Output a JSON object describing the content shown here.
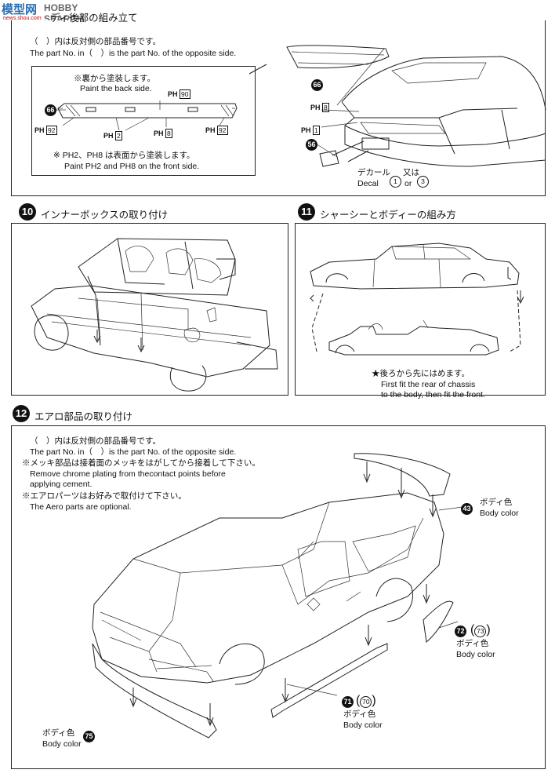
{
  "watermark": {
    "brand": "HOBBY SEARCH",
    "logo_text": "模型网",
    "site": "news.shou.com"
  },
  "step9": {
    "title": "ディ後部の組み立て",
    "note_jp": "（　）内は反対側の部品番号です。",
    "note_en": "The part No. in（　）is the part No. of the opposite side.",
    "inset_note_jp": "※裏から塗装します。",
    "inset_note_en": "Paint the back side.",
    "inset_bottom_jp": "※ PH2、PH8 は表面から塗装します。",
    "inset_bottom_en": "Paint PH2 and PH8 on the front side.",
    "part_66": "66",
    "part_56": "56",
    "ph_90": "90",
    "ph_92": "92",
    "ph_2": "2",
    "ph_8": "8",
    "ph_1": "1",
    "decal_jp": "デカール",
    "decal_en": "Decal",
    "decal_n1": "1",
    "decal_or_jp": "又は",
    "decal_or_en": "or",
    "decal_n3": "3"
  },
  "step10": {
    "number": "10",
    "title": "インナーボックスの取り付け"
  },
  "step11": {
    "number": "11",
    "title": "シャーシーとボディーの組み方",
    "note_jp": "★後ろから先にはめます。",
    "note_en1": "First fit the rear of chassis",
    "note_en2": "to the body, then fit the front."
  },
  "step12": {
    "number": "12",
    "title": "エアロ部品の取り付け",
    "note1_jp": "（　）内は反対側の部品番号です。",
    "note1_en": "The part No. in（　）is the part No. of the opposite side.",
    "note2_jp": "※メッキ部品は接着面のメッキをはがしてから接着して下さい。",
    "note2_en1": "Remove chrome plating from thecontact points before",
    "note2_en2": "applying cement.",
    "note3_jp": "※エアロパーツはお好みで取付けて下さい。",
    "note3_en": "The Aero parts are optional.",
    "part_43": "43",
    "part_72": "72",
    "part_73": "73",
    "part_71": "71",
    "part_70": "70",
    "part_75": "75",
    "body_color_jp": "ボディ色",
    "body_color_en": "Body color"
  }
}
